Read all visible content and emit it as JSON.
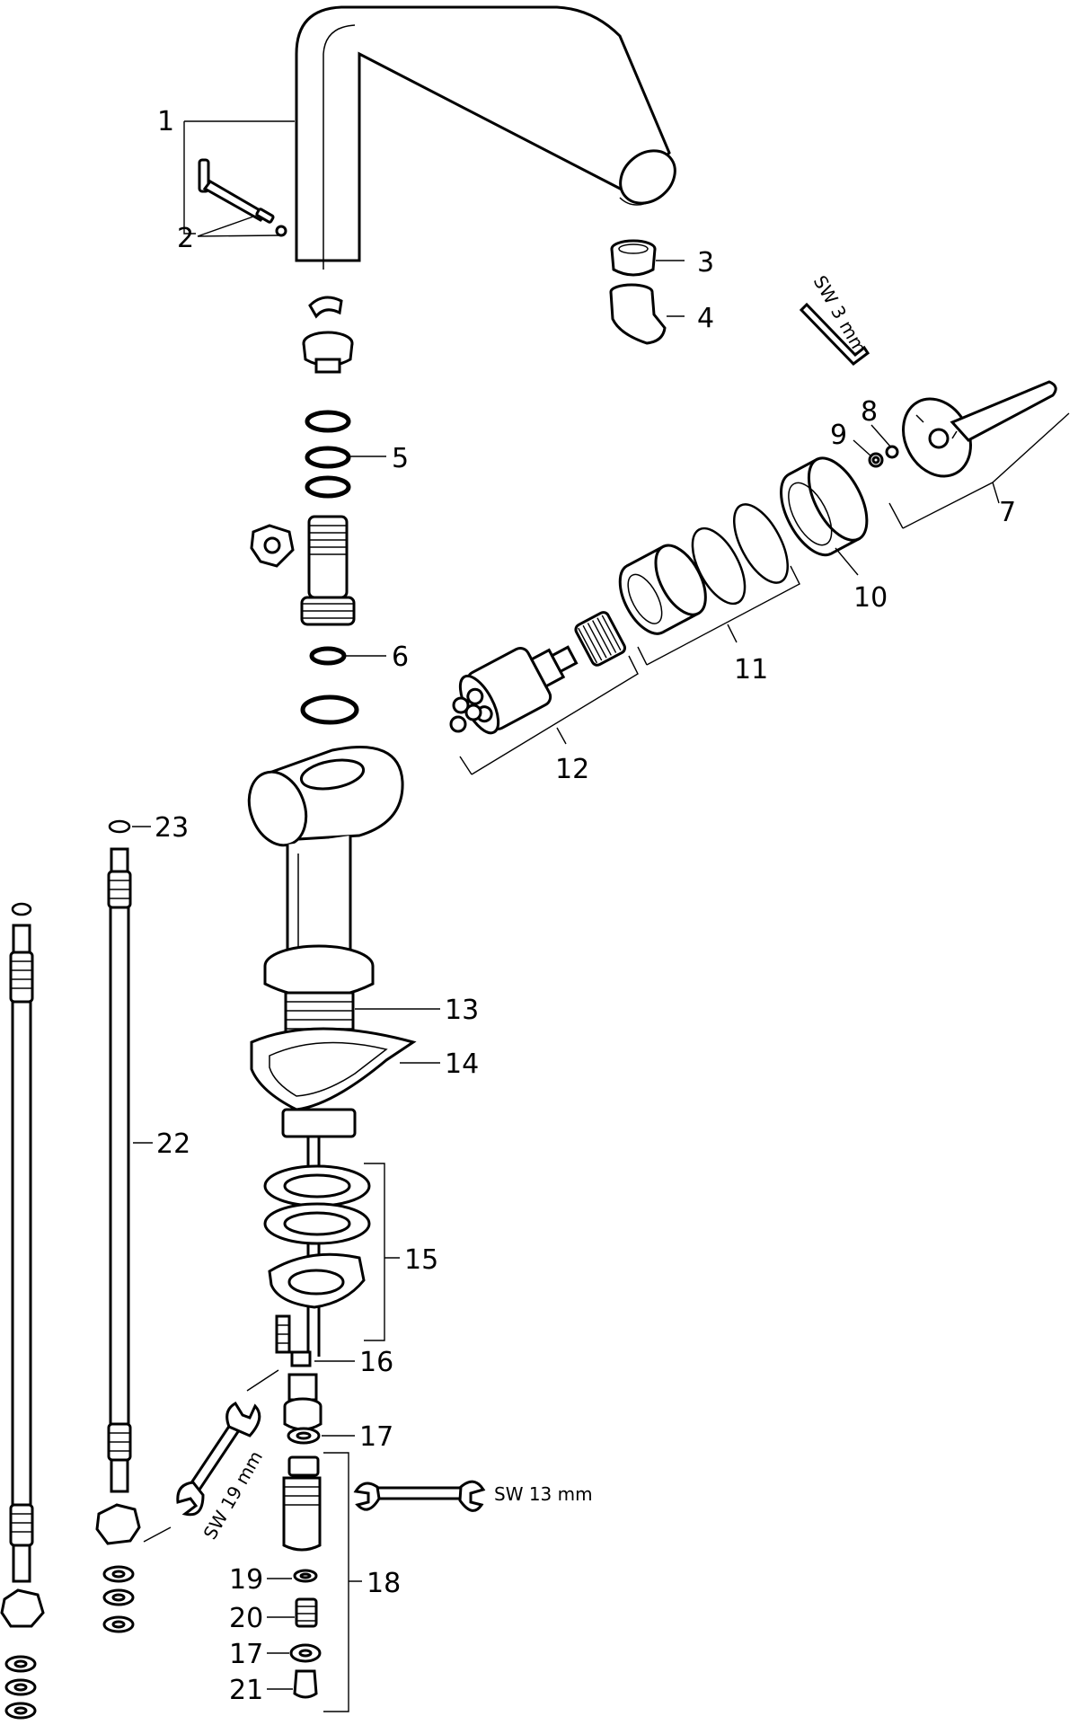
{
  "labels": {
    "l1": "1",
    "l2": "2",
    "l3": "3",
    "l4": "4",
    "l5": "5",
    "l6": "6",
    "l7": "7",
    "l8": "8",
    "l9": "9",
    "l10": "10",
    "l11": "11",
    "l12": "12",
    "l13": "13",
    "l14": "14",
    "l15": "15",
    "l16": "16",
    "l17a": "17",
    "l17b": "17",
    "l18": "18",
    "l19": "19",
    "l20": "20",
    "l21": "21",
    "l22": "22",
    "l23": "23"
  },
  "tools": {
    "hex_key": "SW 3 mm",
    "wrench_19": "SW 19 mm",
    "wrench_13": "SW 13 mm"
  }
}
